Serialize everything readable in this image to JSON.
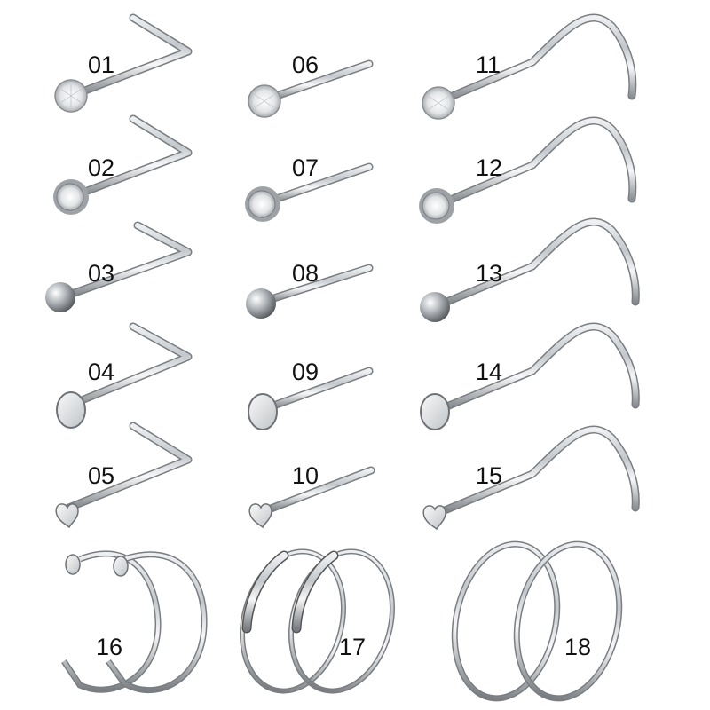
{
  "image": {
    "background": "#ffffff",
    "metal_color": "#b8bcc0",
    "metal_highlight": "#f4f5f6",
    "metal_shadow": "#6e7276",
    "label_color": "#111111"
  },
  "columns": [
    {
      "style": "L-shape",
      "items": [
        {
          "label": "01",
          "head": "prong-gem"
        },
        {
          "label": "02",
          "head": "bezel-gem"
        },
        {
          "label": "03",
          "head": "ball"
        },
        {
          "label": "04",
          "head": "flat-disc"
        },
        {
          "label": "05",
          "head": "heart"
        }
      ]
    },
    {
      "style": "straight-bone",
      "items": [
        {
          "label": "06",
          "head": "prong-gem"
        },
        {
          "label": "07",
          "head": "bezel-gem"
        },
        {
          "label": "08",
          "head": "ball"
        },
        {
          "label": "09",
          "head": "flat-disc"
        },
        {
          "label": "10",
          "head": "heart"
        }
      ]
    },
    {
      "style": "screw",
      "items": [
        {
          "label": "11",
          "head": "prong-gem"
        },
        {
          "label": "12",
          "head": "bezel-gem"
        },
        {
          "label": "13",
          "head": "ball"
        },
        {
          "label": "14",
          "head": "flat-disc"
        },
        {
          "label": "15",
          "head": "heart"
        }
      ]
    }
  ],
  "hoops": [
    {
      "label": "16",
      "style": "open-hoop-disc-end"
    },
    {
      "label": "17",
      "style": "hoop-with-tube"
    },
    {
      "label": "18",
      "style": "seamless-hoop"
    }
  ]
}
